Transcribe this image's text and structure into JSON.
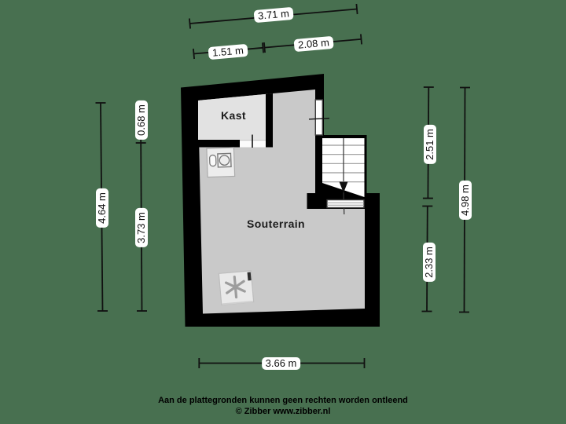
{
  "rooms": {
    "kast": {
      "label": "Kast"
    },
    "souterrain": {
      "label": "Souterrain"
    }
  },
  "dimensions": {
    "top_total": {
      "label": "3.71 m"
    },
    "top_kast": {
      "label": "1.51 m"
    },
    "top_right": {
      "label": "2.08 m"
    },
    "left_total": {
      "label": "4.64 m"
    },
    "left_kast": {
      "label": "0.68 m"
    },
    "left_room": {
      "label": "3.73 m"
    },
    "right_upper": {
      "label": "2.51 m"
    },
    "right_lower": {
      "label": "2.33 m"
    },
    "right_total": {
      "label": "4.98 m"
    },
    "bottom_total": {
      "label": "3.66 m"
    }
  },
  "icons": {
    "washing_machine": "washing-machine-icon",
    "freezer": "freezer-snowflake-icon",
    "stair_arrow": "stair-direction-arrow"
  },
  "footer": {
    "disclaimer": "Aan de plattegronden kunnen geen rechten worden ontleend",
    "copyright": "© Zibber www.zibber.nl"
  },
  "colors": {
    "background": "#487050",
    "wall": "#000000",
    "room_floor": "#c9c9c9",
    "kast_floor": "#e2e2e2",
    "stairs": "#ffffff",
    "label_bg": "#ffffff",
    "text": "#111111"
  }
}
